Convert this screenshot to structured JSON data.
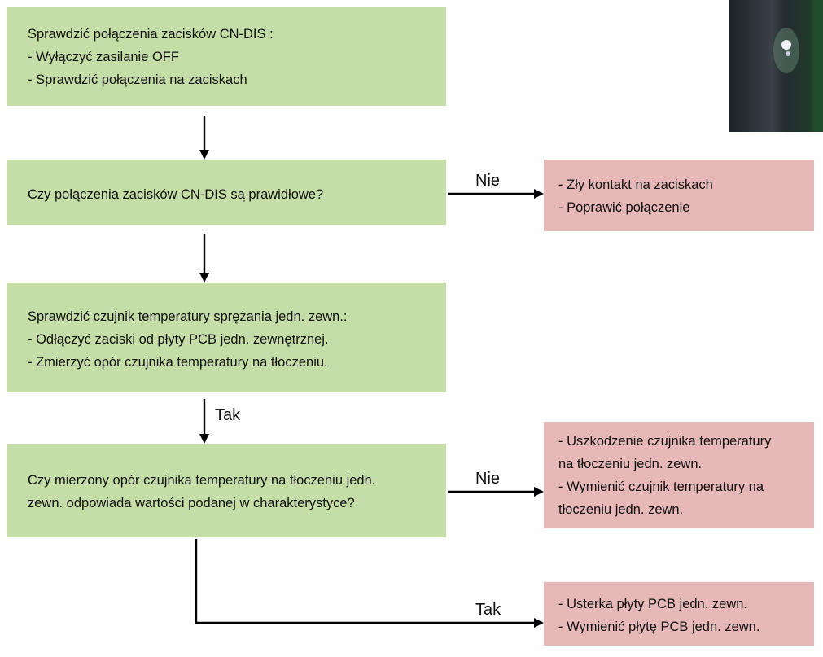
{
  "step1": {
    "lines": [
      "Sprawdzić połączenia zacisków CN-DIS :",
      "- Wyłączyć zasilanie OFF",
      "- Sprawdzić połączenia na zaciskach"
    ]
  },
  "decision1": {
    "lines": [
      "Czy połączenia zacisków CN-DIS są prawidłowe?"
    ],
    "no_label": "Nie"
  },
  "result1": {
    "lines": [
      "- Zły kontakt na zaciskach",
      "- Poprawić połączenie"
    ]
  },
  "step2": {
    "lines": [
      "Sprawdzić czujnik temperatury sprężania jedn. zewn.:",
      "- Odłączyć zaciski od płyty PCB jedn. zewnętrznej.",
      "- Zmierzyć opór czujnika temperatury na tłoczeniu."
    ],
    "yes_label": "Tak"
  },
  "decision2": {
    "lines": [
      "Czy mierzony opór czujnika temperatury na tłoczeniu jedn.",
      "zewn. odpowiada wartości podanej w charakterystyce?"
    ],
    "no_label": "Nie",
    "yes_label": "Tak"
  },
  "result2": {
    "lines": [
      "- Uszkodzenie czujnika temperatury",
      "na tłoczeniu jedn. zewn.",
      "- Wymienić czujnik temperatury na",
      "tłoczeniu jedn. zewn."
    ]
  },
  "result3": {
    "lines": [
      "- Usterka płyty PCB jedn. zewn.",
      "- Wymienić płytę PCB jedn. zewn."
    ]
  },
  "colors": {
    "step_fill": "#c5dea8",
    "result_fill": "#e6b8b7",
    "connector": "#000000"
  }
}
